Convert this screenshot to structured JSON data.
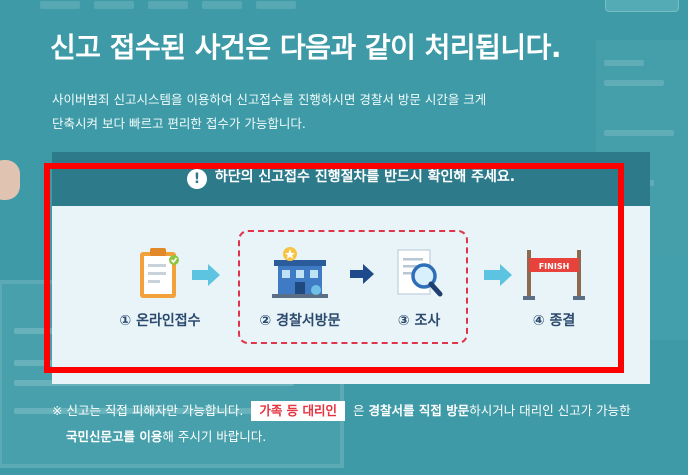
{
  "title": "신고 접수된 사건은 다음과 같이 처리됩니다.",
  "description": {
    "line1": "사이버범죄 신고시스템을 이용하여 신고접수를 진행하시면 경찰서 방문 시간을 크게",
    "line2": "단축시켜 보다 빠르고 편리한 접수가 가능합니다."
  },
  "notice": "하단의 신고접수 진행절차를 반드시 확인해 주세요.",
  "steps": [
    {
      "label": "① 온라인접수",
      "icon": "clipboard-icon"
    },
    {
      "label": "② 경찰서방문",
      "icon": "police-station-icon"
    },
    {
      "label": "③ 조사",
      "icon": "magnifier-document-icon"
    },
    {
      "label": "④ 종결",
      "icon": "finish-line-icon"
    }
  ],
  "finish_text": "FINISH",
  "footnote": {
    "part1": "※ 신고는 직접 피해자만 가능합니다.",
    "tag": "가족 등 대리인",
    "part2": "은",
    "bold1": "경찰서를 직접 방문",
    "part3": "하시거나 대리인 신고가 가능한",
    "bold2": "국민신문고를 이용",
    "part4": "해 주시기 바랍니다."
  },
  "colors": {
    "background": "#3d9aa6",
    "header": "#2d7a8a",
    "highlight": "#ff0000",
    "tag_text": "#e53340",
    "arrow": "#5cc4e0"
  }
}
